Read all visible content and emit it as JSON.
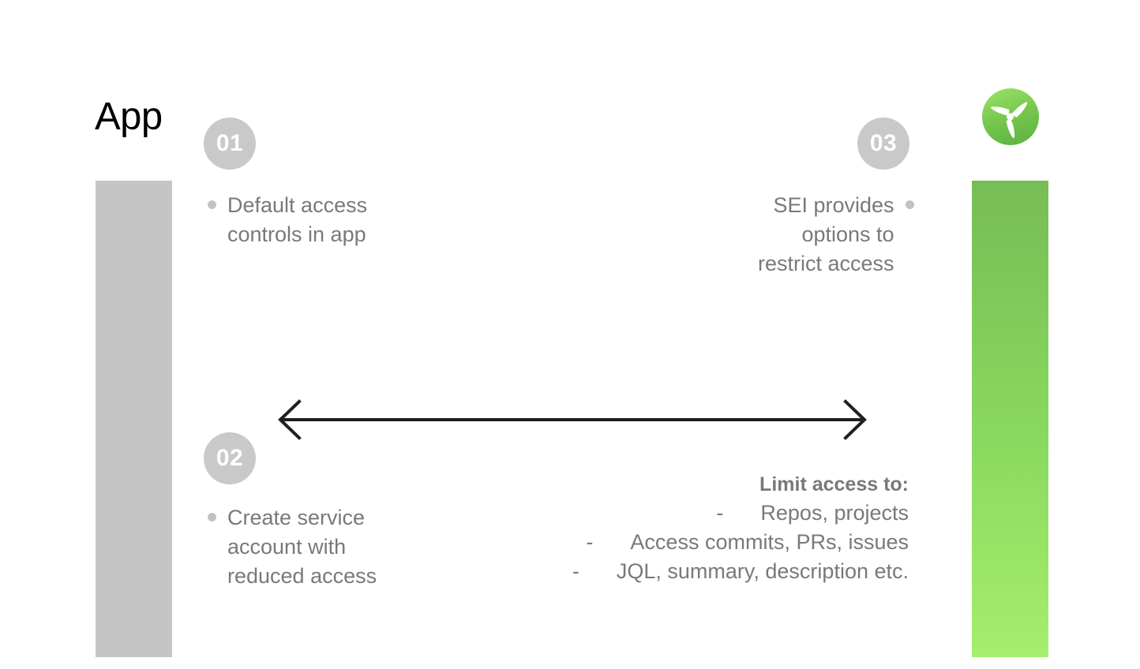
{
  "slide": {
    "title": "App",
    "logo_name": "propeller-logo",
    "colors": {
      "accent_green_top": "#76bd55",
      "accent_green_bottom": "#a5ee6e",
      "bar_gray": "#c5c5c5",
      "step_circle_gray": "#c9c9c9",
      "body_text_gray": "#77797c",
      "title_black": "#000000"
    }
  },
  "steps": [
    {
      "number": "01",
      "text": "Default access\ncontrols in app"
    },
    {
      "number": "02",
      "text": "Create service\naccount with\nreduced access"
    },
    {
      "number": "03",
      "text": "SEI provides\noptions to\nrestrict access"
    }
  ],
  "arrow": {
    "name": "double-headed-arrow",
    "direction": "bidirectional"
  },
  "limit_access": {
    "heading": "Limit access to:",
    "dash": "-",
    "items": [
      "Repos, projects",
      "Access commits, PRs, issues",
      "JQL, summary, description etc."
    ]
  }
}
